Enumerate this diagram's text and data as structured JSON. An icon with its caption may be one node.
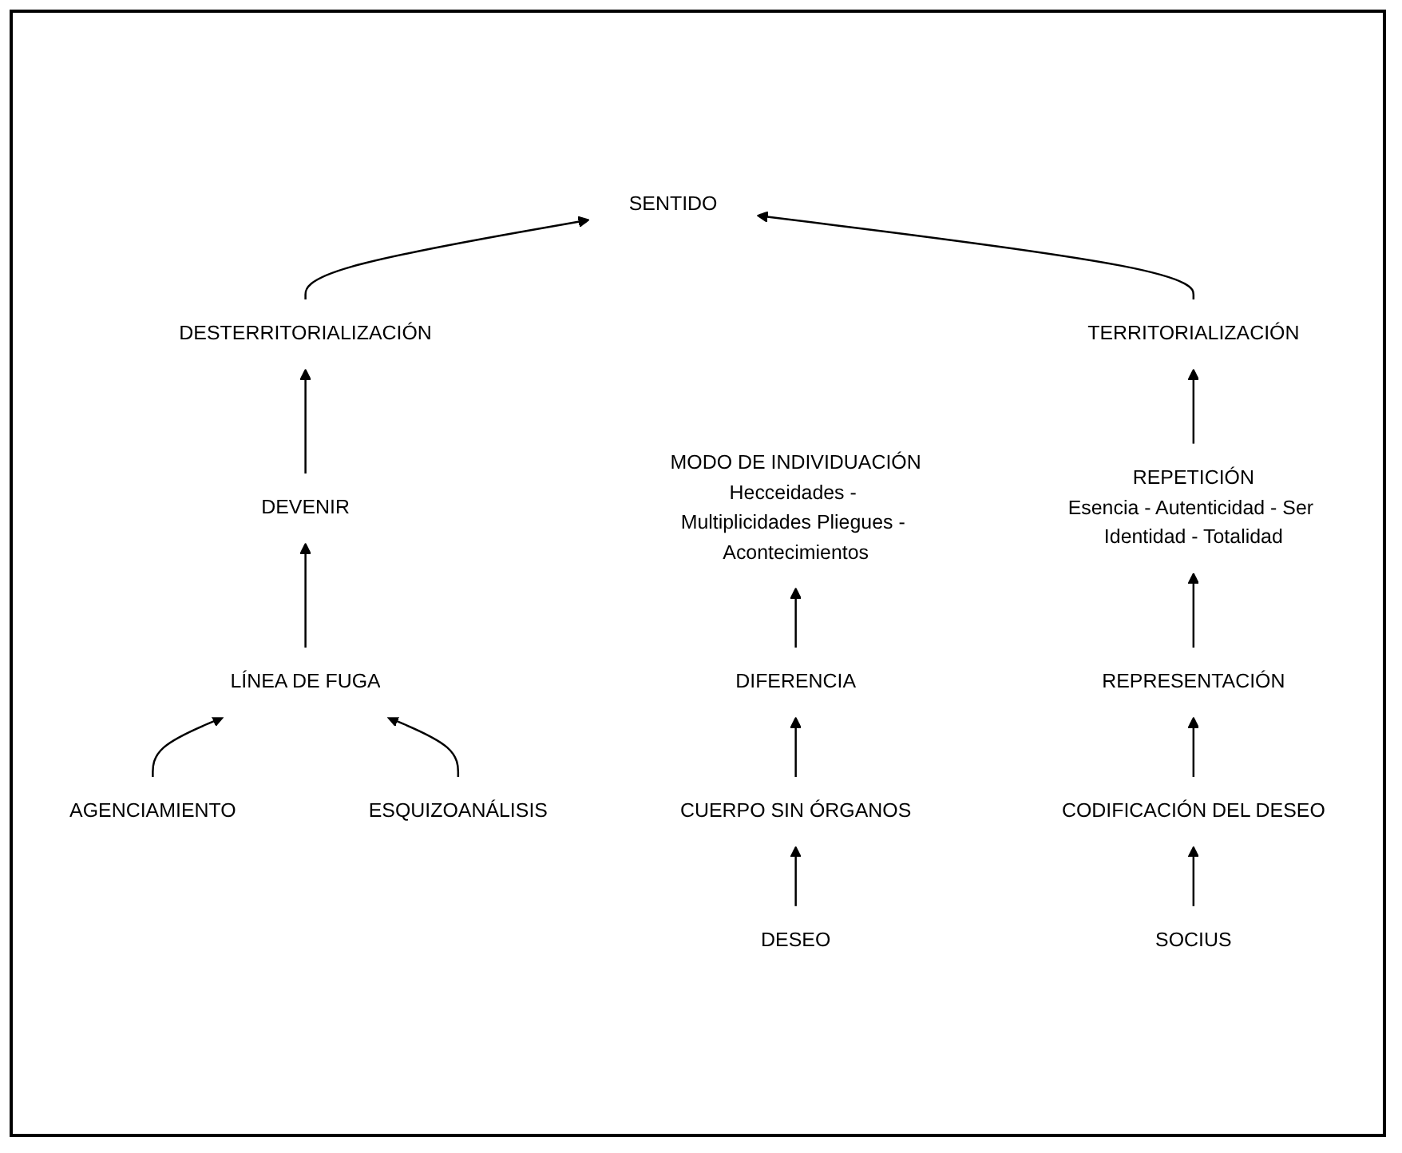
{
  "diagram": {
    "nodes": [
      {
        "text": [
          "DESTERRITORIALIZACIÓN"
        ]
      },
      {
        "text": [
          "SENTIDO"
        ]
      },
      {
        "text": [
          "TERRITORIALIZACIÓN"
        ]
      },
      {
        "text": [
          "DEVENIR"
        ]
      },
      {
        "text": [
          "LÍNEA DE FUGA"
        ]
      },
      {
        "text": [
          "AGENCIAMIENTO"
        ]
      },
      {
        "text": [
          "MODO DE INDIVIDUACIÓN",
          "Hecceidades - Multiplicidades Pliegues - Acontecimientos"
        ]
      },
      {
        "text": [
          "REPETICIÓN",
          "Esencia - Autenticidad - Ser Identidad - Totalidad"
        ]
      },
      {
        "text": [
          "REPRESENTACIÓN"
        ]
      },
      {
        "text": [
          "DIFERENCIA"
        ]
      },
      {
        "text": [
          "ESQUIZOANÁLISIS"
        ]
      },
      {
        "text": [
          "CODIFICACIÓN DEL DESEO"
        ]
      },
      {
        "text": [
          "CUERPO SIN ÓRGANOS"
        ]
      },
      {
        "text": [
          "DESEO"
        ]
      },
      {
        "text": [
          "SOCIUS"
        ]
      }
    ],
    "edges": [
      {
        "from": 0,
        "to": 1,
        "arrow": "to"
      },
      {
        "from": 2,
        "to": 1,
        "arrow": "to"
      },
      {
        "from": 3,
        "to": 0,
        "arrow": "to"
      },
      {
        "from": 4,
        "to": 3,
        "arrow": "to"
      },
      {
        "from": 5,
        "to": 4,
        "arrow": "to"
      },
      {
        "from": 10,
        "to": 4,
        "arrow": "to"
      },
      {
        "from": 7,
        "to": 2,
        "arrow": "to"
      },
      {
        "from": 8,
        "to": 7,
        "arrow": "to"
      },
      {
        "from": 11,
        "to": 8,
        "arrow": "to"
      },
      {
        "from": 14,
        "to": 11,
        "arrow": "to"
      },
      {
        "from": 9,
        "to": 6,
        "arrow": "to"
      },
      {
        "from": 12,
        "to": 9,
        "arrow": "to"
      },
      {
        "from": 13,
        "to": 12,
        "arrow": "to"
      }
    ]
  }
}
